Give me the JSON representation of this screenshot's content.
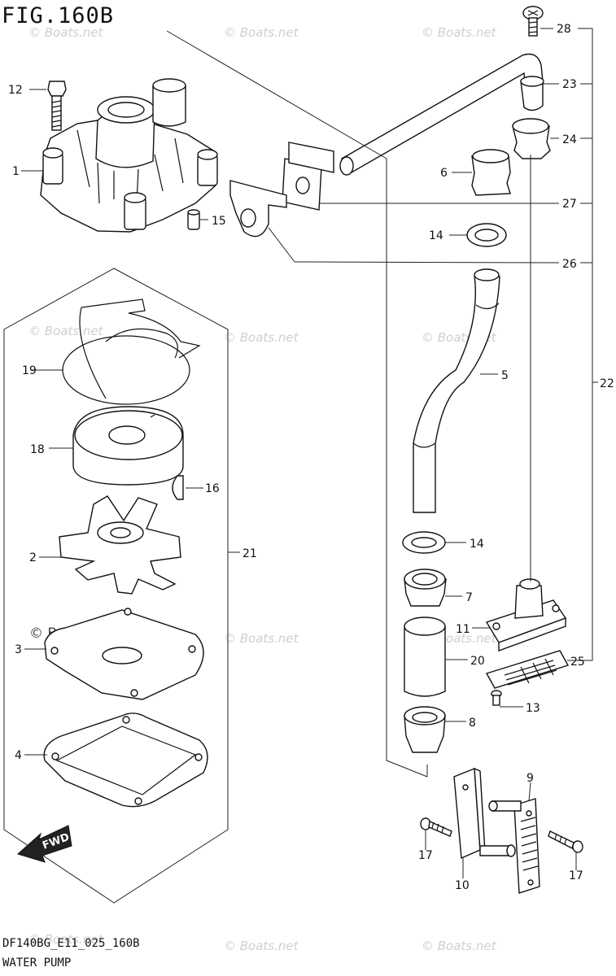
{
  "figure": {
    "title": "FIG.160B"
  },
  "footer": {
    "code": "DF140BG_E11_025_160B",
    "name": "WATER PUMP"
  },
  "watermark": {
    "text": "© Boats.net"
  },
  "direction_badge": {
    "label": "FWD"
  },
  "callouts": [
    {
      "id": "c1",
      "label": "1"
    },
    {
      "id": "c2",
      "label": "2"
    },
    {
      "id": "c3",
      "label": "3"
    },
    {
      "id": "c4",
      "label": "4"
    },
    {
      "id": "c5",
      "label": "5"
    },
    {
      "id": "c6",
      "label": "6"
    },
    {
      "id": "c7",
      "label": "7"
    },
    {
      "id": "c8",
      "label": "8"
    },
    {
      "id": "c9",
      "label": "9"
    },
    {
      "id": "c10",
      "label": "10"
    },
    {
      "id": "c11",
      "label": "11"
    },
    {
      "id": "c12",
      "label": "12"
    },
    {
      "id": "c13",
      "label": "13"
    },
    {
      "id": "c14a",
      "label": "14"
    },
    {
      "id": "c14b",
      "label": "14"
    },
    {
      "id": "c15",
      "label": "15"
    },
    {
      "id": "c16",
      "label": "16"
    },
    {
      "id": "c17a",
      "label": "17"
    },
    {
      "id": "c17b",
      "label": "17"
    },
    {
      "id": "c18",
      "label": "18"
    },
    {
      "id": "c19",
      "label": "19"
    },
    {
      "id": "c20",
      "label": "20"
    },
    {
      "id": "c21",
      "label": "21"
    },
    {
      "id": "c22",
      "label": "22"
    },
    {
      "id": "c23",
      "label": "23"
    },
    {
      "id": "c24",
      "label": "24"
    },
    {
      "id": "c25",
      "label": "25"
    },
    {
      "id": "c26",
      "label": "26"
    },
    {
      "id": "c27",
      "label": "27"
    },
    {
      "id": "c28",
      "label": "28"
    }
  ]
}
